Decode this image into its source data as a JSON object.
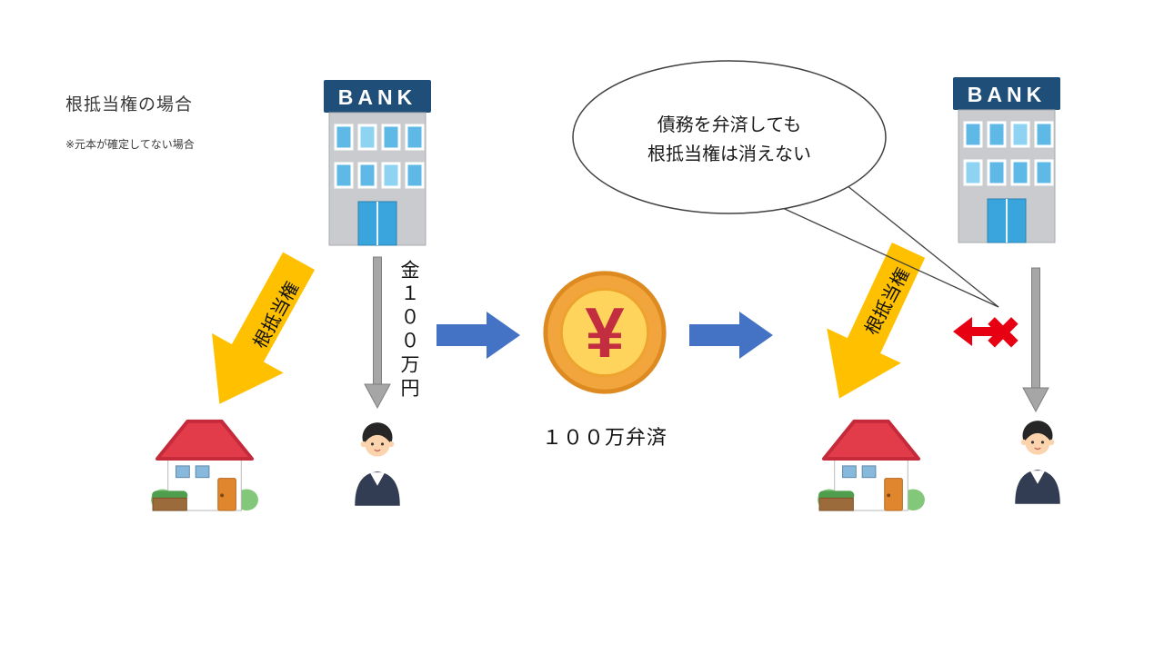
{
  "title": "根抵当権の場合",
  "subtitle": "※元本が確定してない場合",
  "speech_bubble": {
    "line1": "債務を弁済しても",
    "line2": "根抵当権は消えない"
  },
  "left": {
    "bank_sign": "BANK",
    "mortgage_arrow_label": "根抵当権",
    "loan_arrow_label": "金１００万円"
  },
  "right": {
    "bank_sign": "BANK",
    "mortgage_arrow_label": "根抵当権"
  },
  "center": {
    "coin_symbol": "¥",
    "repayment_label": "１００万弁済"
  },
  "icons": {
    "cross_mark": "✖"
  },
  "colors": {
    "mortgage_arrow_yellow": "#FFC000",
    "flow_arrow_blue": "#4472C4",
    "loan_arrow_gray": "#A6A6A6",
    "denial_red": "#E60012",
    "bank_sign_bg": "#1F4E79",
    "coin_outer": "#F2A43D",
    "coin_inner": "#FFD45C",
    "coin_symbol_color": "#C22E3F",
    "house_roof_red": "#E23B49"
  }
}
